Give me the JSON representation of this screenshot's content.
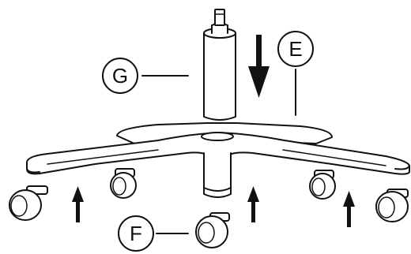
{
  "diagram": {
    "colors": {
      "line": "#111111",
      "fill": "#ffffff"
    },
    "labels": {
      "g": "G",
      "e": "E",
      "f": "F"
    },
    "arrows": {
      "down": "arrow-down",
      "up": "arrow-up"
    }
  }
}
